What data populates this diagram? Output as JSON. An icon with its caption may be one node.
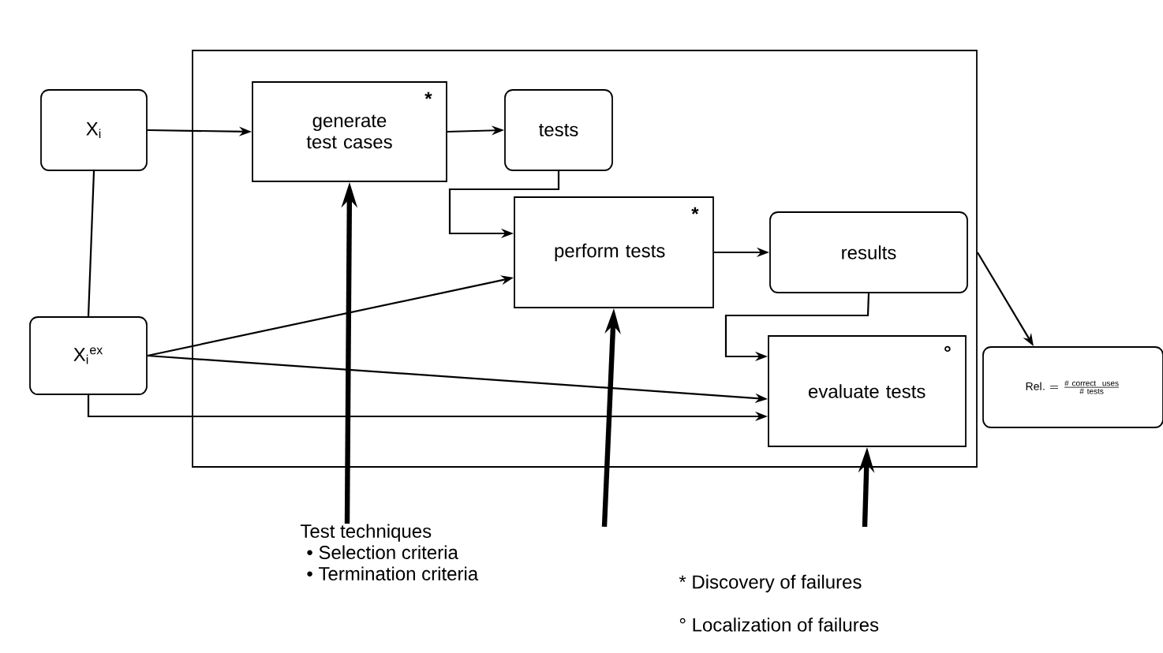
{
  "diagram": {
    "nodes": [
      {
        "text": [],
        "shape": "box"
      },
      {
        "text": [
          "X$_{i}$"
        ]
      },
      {
        "text": [
          "generate test cases",
          "*"
        ],
        "in": 0
      },
      {
        "text": [
          "tests"
        ],
        "in": 0
      },
      {
        "text": [
          "perform tests",
          "*"
        ],
        "in": 0
      },
      {
        "text": [
          "results"
        ],
        "in": 0
      },
      {
        "text": [
          "evaluate tests",
          "°"
        ],
        "in": 0
      },
      {
        "text": [
          "X$_{i}$$^{ex}$"
        ]
      },
      {
        "text": [
          "\\mathrm{Rel.} = \\frac{\\#\\ \\mathrm{correct\\ \\ uses}}{\\#\\ \\mathrm{tests}}"
        ]
      },
      {
        "text": [
          "Test techniques",
          "• Selection criteria",
          "• Termination criteria"
        ]
      }
    ],
    "edges": [
      {
        "from": 1,
        "to": 2,
        "arrow": "to"
      },
      {
        "from": 2,
        "to": 3,
        "arrow": "to"
      },
      {
        "from": 3,
        "to": 4,
        "arrow": "to"
      },
      {
        "from": 7,
        "to": 4,
        "arrow": "to"
      },
      {
        "from": 4,
        "to": 5,
        "arrow": "to"
      },
      {
        "from": 5,
        "to": 6,
        "arrow": "to"
      },
      {
        "from": 7,
        "to": 6,
        "arrow": "to"
      },
      {
        "from": 7,
        "to": 6,
        "arrow": "to"
      },
      {
        "from": 1,
        "to": 7,
        "arrow": "none"
      },
      {
        "from": 0,
        "to": 8,
        "arrow": "to"
      },
      {
        "from": 9,
        "to": 2,
        "arrow": "to",
        "style": "thick"
      },
      {
        "from": null,
        "to": 4,
        "arrow": "to",
        "style": "thick"
      },
      {
        "from": null,
        "to": 6,
        "arrow": "to",
        "style": "thick"
      }
    ],
    "labels": [
      "* Discovery of failures",
      "° Localization of failures"
    ]
  }
}
